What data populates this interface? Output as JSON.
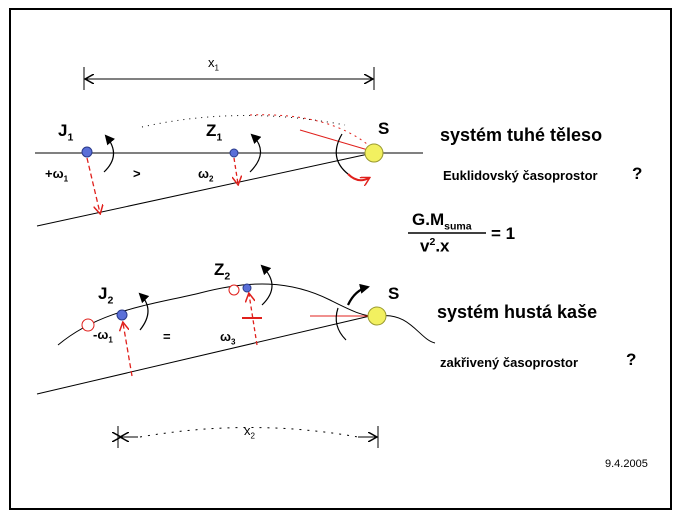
{
  "top_system": {
    "title": "systém tuhé těleso",
    "subtitle": "Euklidovský časoprostor",
    "question": "?",
    "point_j": "J",
    "point_j_sub": "1",
    "point_z": "Z",
    "point_z_sub": "1",
    "point_s": "S",
    "omega_plus": "+ω",
    "omega_plus_sub": "1",
    "gt": ">",
    "omega2": "ω",
    "omega2_sub": "2",
    "distance": "x",
    "distance_sub": "1"
  },
  "formula": {
    "numerator_main": "G.M",
    "numerator_sub": "suma",
    "denominator_main": "v",
    "denominator_sup": "2",
    "denominator_rest": ".x",
    "equals": "= 1"
  },
  "bottom_system": {
    "title": "systém hustá kaše",
    "subtitle": "zakřivený časoprostor",
    "question": "?",
    "point_j": "J",
    "point_j_sub": "2",
    "point_z": "Z",
    "point_z_sub": "2",
    "point_s": "S",
    "omega_minus": "-ω",
    "omega_minus_sub": "1",
    "eq": "=",
    "omega3": "ω",
    "omega3_sub": "3",
    "distance": "x",
    "distance_sub": "2"
  },
  "date": "9.4.2005",
  "colors": {
    "point_blue": "#5a6fd8",
    "sun_yellow": "#f2f060",
    "arrow_red": "#e0201c",
    "line_black": "#000000"
  }
}
